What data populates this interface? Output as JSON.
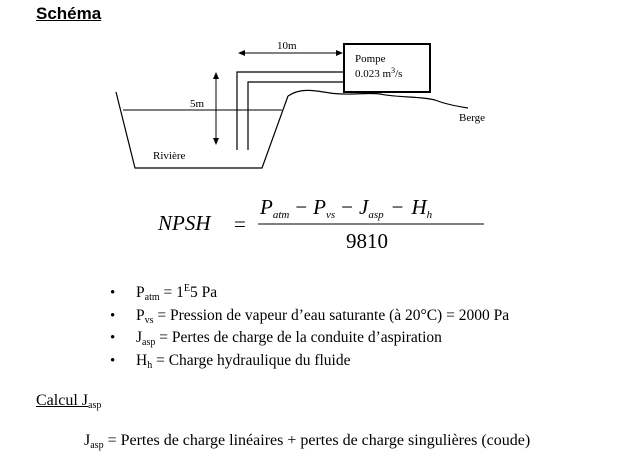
{
  "title": "Schéma",
  "diagram": {
    "pump_label": "Pompe",
    "pump_flow_value": "0.023 m",
    "pump_flow_exp": "3",
    "pump_flow_unit": "/s",
    "distance_label": "10m",
    "height_label": "5m",
    "river_label": "Rivière",
    "bank_label": "Berge"
  },
  "formula": {
    "lhs": "NPSH",
    "equals": "=",
    "num": {
      "t1": "P",
      "t1sub": "atm",
      "op1": "−",
      "t2": "P",
      "t2sub": "vs",
      "op2": "−",
      "t3": "J",
      "t3sub": "asp",
      "op3": "−",
      "t4": "H",
      "t4sub": "h"
    },
    "denominator": "9810"
  },
  "definitions": [
    {
      "sym": "P",
      "sub": "atm",
      "pre": " = 1",
      "sup": "E",
      "text": "5 Pa"
    },
    {
      "sym": "P",
      "sub": "vs",
      "text": " = Pression de vapeur d’eau saturante (à 20°C) = 2000 Pa"
    },
    {
      "sym": "J",
      "sub": "asp",
      "text": " = Pertes de charge de la conduite d’aspiration"
    },
    {
      "sym": "H",
      "sub": "h",
      "text": " = Charge hydraulique du fluide"
    }
  ],
  "calc": {
    "title": "Calcul J",
    "title_sub": "asp",
    "line_sym": "J",
    "line_sub": "asp",
    "line_text": " = Pertes de charge linéaires + pertes de charge singulières (coude)"
  }
}
